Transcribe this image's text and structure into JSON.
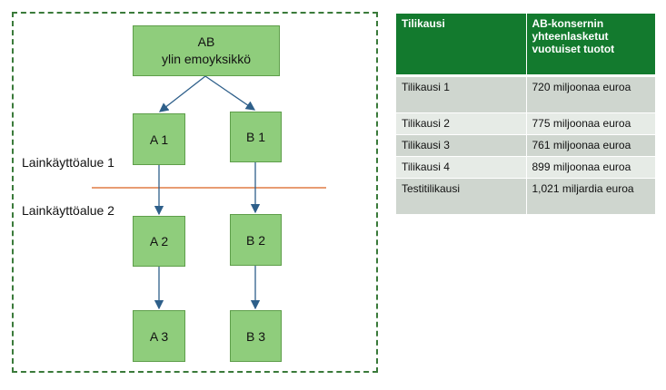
{
  "diagram": {
    "parent": {
      "line1": "AB",
      "line2": "ylin emoyksikkö"
    },
    "nodes": {
      "a1": "A 1",
      "b1": "B 1",
      "a2": "A 2",
      "b2": "B 2",
      "a3": "A 3",
      "b3": "B 3"
    },
    "jurisdictions": {
      "upper": "Lainkäyttöalue 1",
      "lower": "Lainkäyttöalue 2"
    },
    "colors": {
      "box_fill": "#8fcd7c",
      "arrow": "#2e5f8a",
      "divider": "#e07b45",
      "frame": "#3a7a3a"
    }
  },
  "table": {
    "headers": [
      "Tilikausi",
      "AB-konsernin yhteenlasketut vuotuiset tuotot"
    ],
    "rows": [
      [
        "Tilikausi 1",
        "720 miljoonaa euroa"
      ],
      [
        "Tilikausi 2",
        "775 miljoonaa euroa"
      ],
      [
        "Tilikausi 3",
        "761 miljoonaa euroa"
      ],
      [
        "Tilikausi 4",
        "899 miljoonaa euroa"
      ],
      [
        "Testitilikausi",
        "1,021 miljardia euroa"
      ]
    ],
    "colors": {
      "header_bg": "#137a2e",
      "row_dark": "#cfd6cf",
      "row_light": "#e6ebe6"
    }
  }
}
